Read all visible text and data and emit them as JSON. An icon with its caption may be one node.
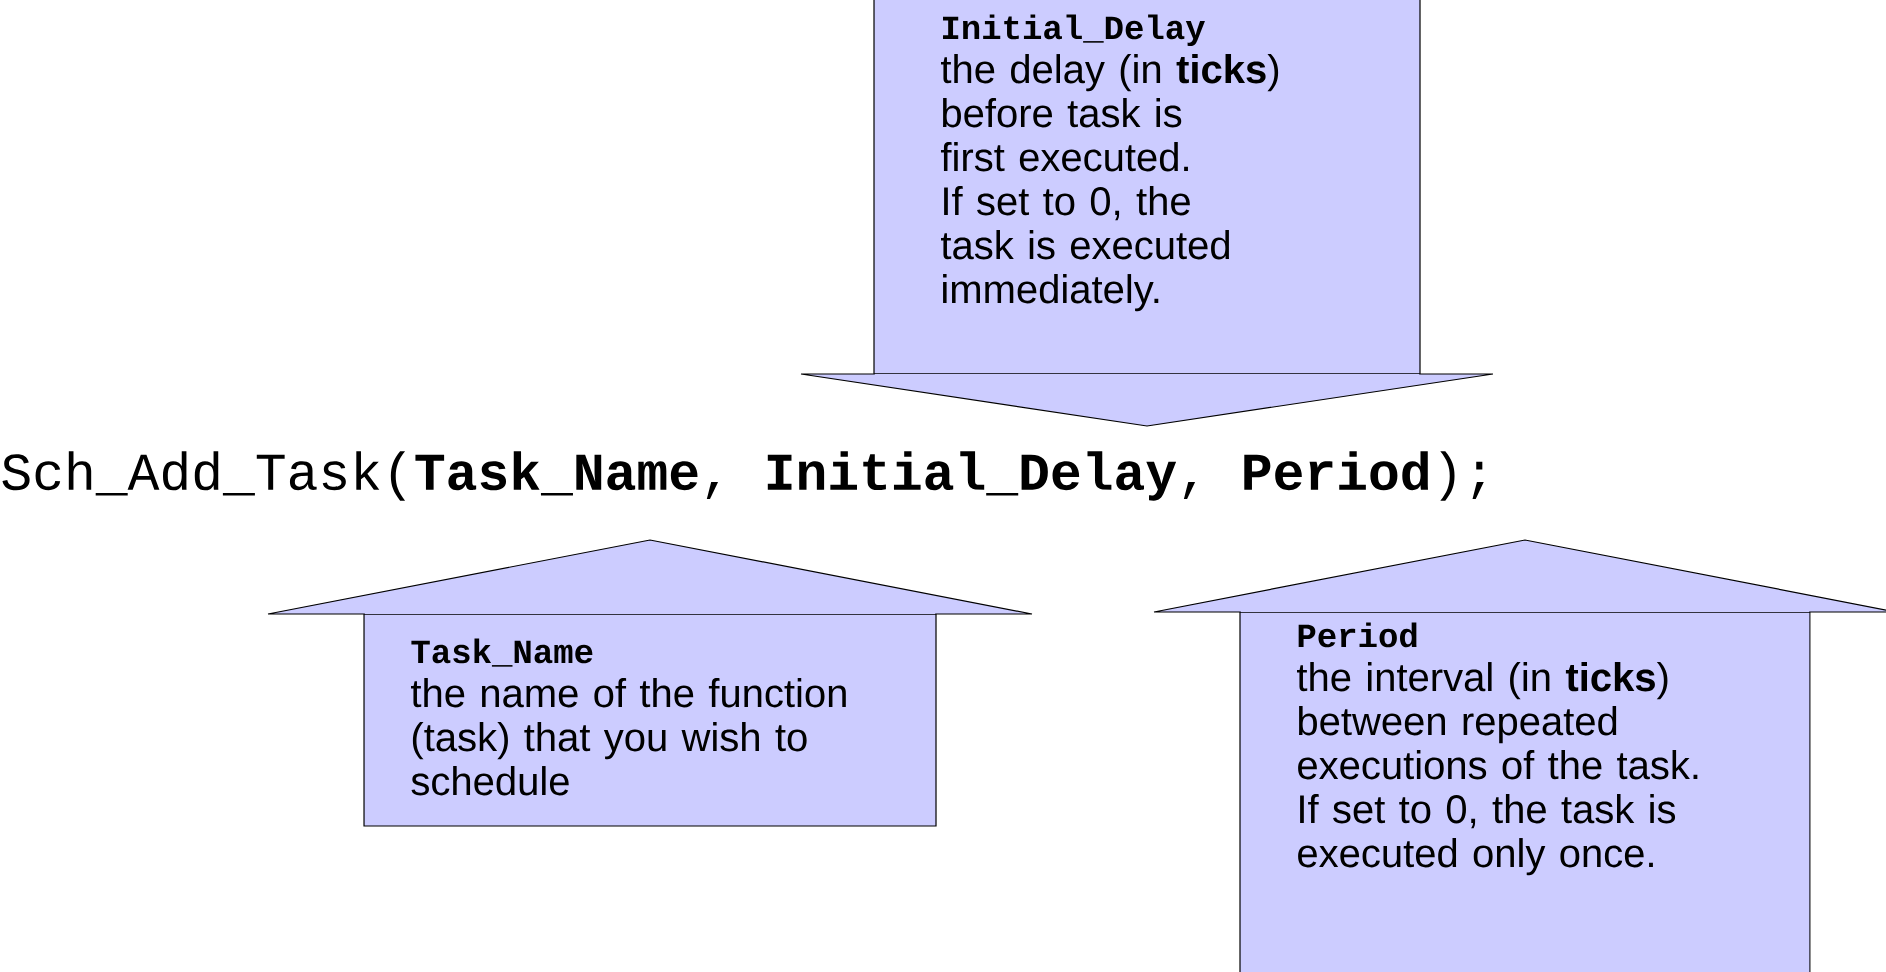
{
  "diagram": {
    "nodes": [
      {
        "text": [
          "Initial_Delay",
          "the delay (in **ticks**) before task is first executed.  If set to 0, the task is executed immediately."
        ]
      },
      {
        "text": [
          "Task_Name",
          "the name of the function (task) that you wish to schedule"
        ]
      },
      {
        "text": [
          "Period",
          "the interval (in **ticks**) between repeated executions of the task. If set to 0, the task is executed only once."
        ]
      }
    ],
    "labels": [
      "Sch_Add_Task(**Task_Name**, **Initial_Delay**, **Period**);"
    ]
  }
}
